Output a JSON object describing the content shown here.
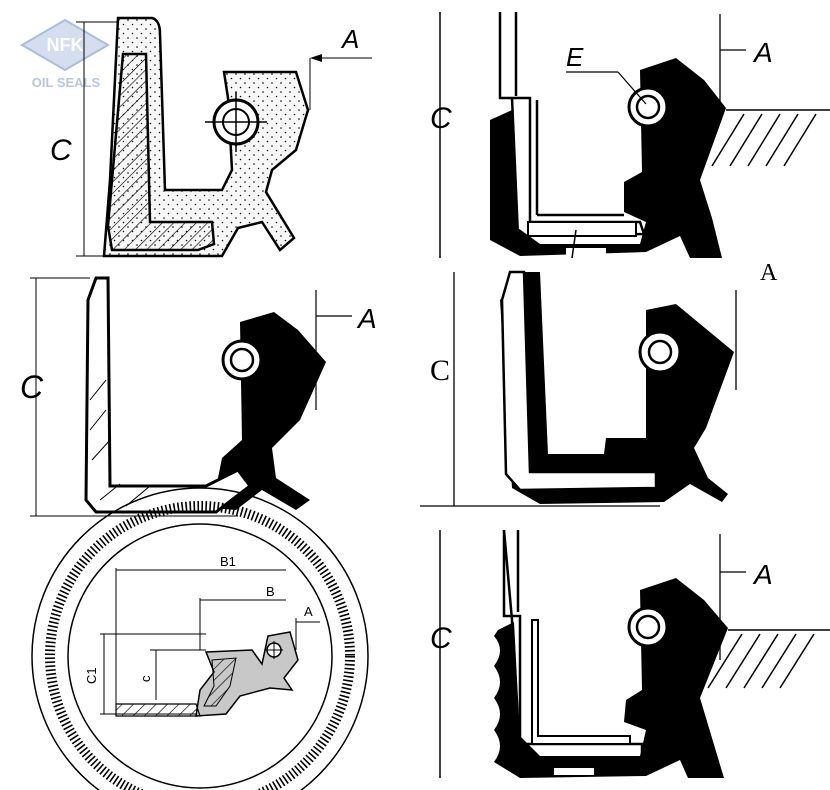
{
  "logo": {
    "brand": "NFK",
    "tagline": "OIL SEALS",
    "color": "#8fa8d0"
  },
  "panels": {
    "p1": {
      "dim_c": "C",
      "dim_a": "A"
    },
    "p2": {
      "dim_c": "C",
      "dim_a": "A",
      "dim_e": "E"
    },
    "p3": {
      "dim_c": "C",
      "dim_a": "A"
    },
    "p4": {
      "dim_c": "C",
      "dim_a": "A"
    },
    "p5": {
      "dim_b1": "B1",
      "dim_b": "B",
      "dim_a": "A",
      "dim_c1": "C1",
      "dim_c": "c"
    },
    "p6": {
      "dim_c": "C",
      "dim_a": "A"
    }
  },
  "colors": {
    "ink": "#000000",
    "paper": "#ffffff"
  }
}
